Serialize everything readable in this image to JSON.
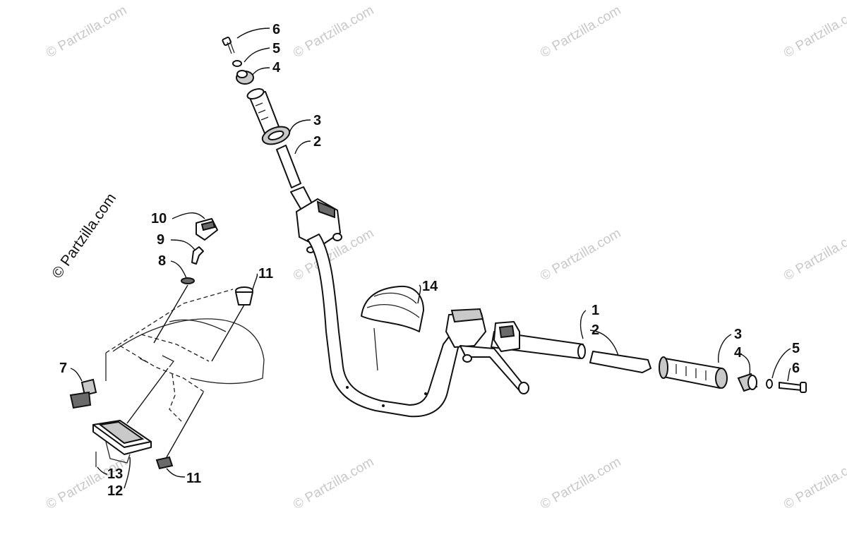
{
  "watermark": {
    "main_text": "© Partzilla.com",
    "repeat_text": "© Partzilla.com"
  },
  "callouts": {
    "left_grip": {
      "bolt": "6",
      "washer": "5",
      "end_cap": "4",
      "grip": "3",
      "bar_sleeve": "2"
    },
    "right_grip": {
      "handlebar": "1",
      "bar_sleeve": "2",
      "grip": "3",
      "end_cap": "4",
      "washer": "5",
      "bolt": "6"
    },
    "pod": {
      "switch": "7",
      "grommet": "8",
      "key": "9",
      "key_cap": "10",
      "plug_top": "11",
      "plug_bottom": "11",
      "screw": "13",
      "plate": "12"
    },
    "pad": "14"
  },
  "colors": {
    "line": "#111111",
    "watermark": "#c8c8c8",
    "background": "#ffffff"
  }
}
